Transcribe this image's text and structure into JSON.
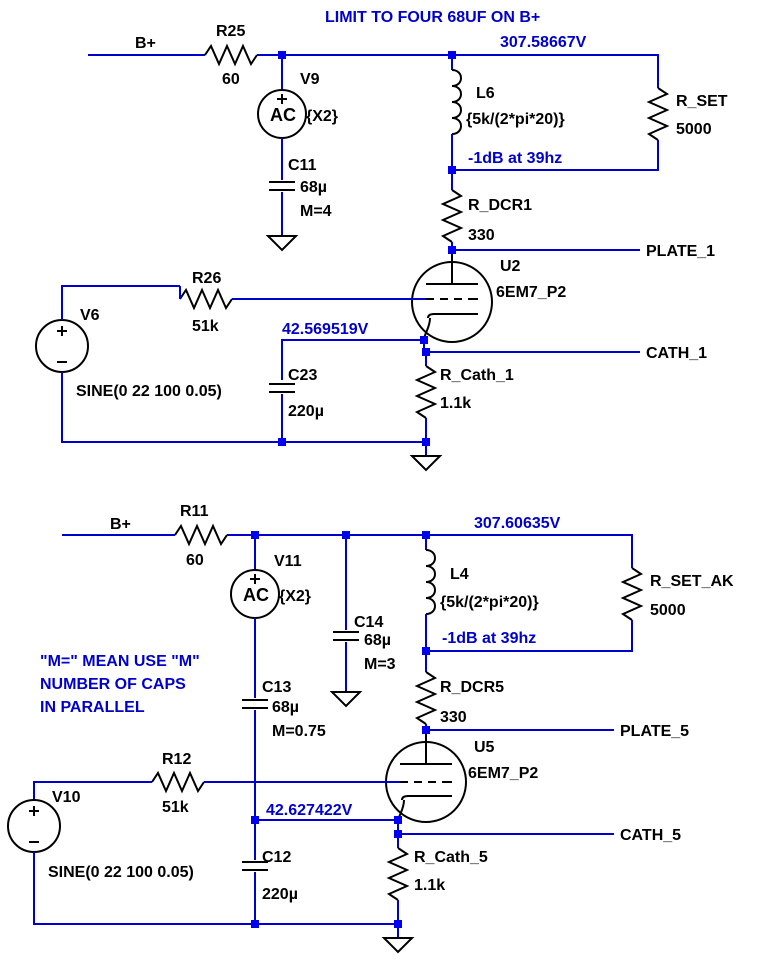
{
  "annotations": {
    "top_note": "LIMIT TO FOUR 68UF ON B+",
    "bottom_note": [
      "\"M=\" MEAN USE \"M\"",
      "NUMBER OF CAPS",
      "IN PARALLEL"
    ]
  },
  "stage1": {
    "bplus": "B+",
    "r_supply": {
      "name": "R25",
      "value": "60"
    },
    "ac_source": {
      "name": "V9",
      "symbol": "AC",
      "value": "{X2}"
    },
    "c_supply": {
      "name": "C11",
      "value": "68µ",
      "m": "M=4"
    },
    "choke": {
      "name": "L6",
      "value": "{5k/(2*pi*20)}"
    },
    "r_set": {
      "name": "R_SET",
      "value": "5000"
    },
    "v_node": "307.58667V",
    "db_note": "-1dB at 39hz",
    "r_dcr": {
      "name": "R_DCR1",
      "value": "330"
    },
    "plate": "PLATE_1",
    "tube": {
      "name": "U2",
      "model": "6EM7_P2"
    },
    "r_grid": {
      "name": "R26",
      "value": "51k"
    },
    "sig_source": {
      "name": "V6",
      "value": "SINE(0 22 100 0.05)"
    },
    "cath_v": "42.569519V",
    "cath": "CATH_1",
    "c_cath": {
      "name": "C23",
      "value": "220µ"
    },
    "r_cath": {
      "name": "R_Cath_1",
      "value": "1.1k"
    }
  },
  "stage2": {
    "bplus": "B+",
    "r_supply": {
      "name": "R11",
      "value": "60"
    },
    "ac_source": {
      "name": "V11",
      "symbol": "AC",
      "value": "{X2}"
    },
    "c_bypass": {
      "name": "C14",
      "value": "68µ",
      "m": "M=3"
    },
    "c_supply": {
      "name": "C13",
      "value": "68µ",
      "m": "M=0.75"
    },
    "choke": {
      "name": "L4",
      "value": "{5k/(2*pi*20)}"
    },
    "r_set": {
      "name": "R_SET_AK",
      "value": "5000"
    },
    "v_node": "307.60635V",
    "db_note": "-1dB at 39hz",
    "r_dcr": {
      "name": "R_DCR5",
      "value": "330"
    },
    "plate": "PLATE_5",
    "tube": {
      "name": "U5",
      "model": "6EM7_P2"
    },
    "r_grid": {
      "name": "R12",
      "value": "51k"
    },
    "sig_source": {
      "name": "V10",
      "value": "SINE(0 22 100 0.05)"
    },
    "cath_v": "42.627422V",
    "cath": "CATH_5",
    "c_cath": {
      "name": "C12",
      "value": "220µ"
    },
    "r_cath": {
      "name": "R_Cath_5",
      "value": "1.1k"
    }
  }
}
